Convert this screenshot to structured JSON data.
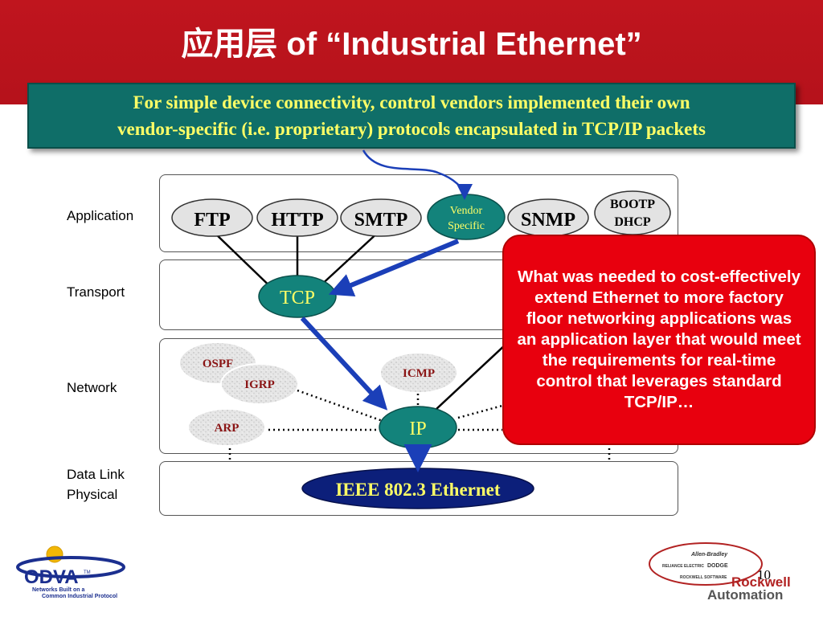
{
  "slide": {
    "title": "应用层 of “Industrial Ethernet”",
    "callout_line1": "For simple device connectivity, control vendors implemented their own",
    "callout_line2": "vendor-specific  (i.e. proprietary) protocols encapsulated in TCP/IP packets",
    "note": "What was needed to cost-effectively extend Ethernet to more factory floor networking applications was an application layer that would meet the requirements for real-time control that leverages standard TCP/IP…",
    "page_number": "10"
  },
  "layers": {
    "application": "Application",
    "transport": "Transport",
    "network": "Network",
    "datalink": "Data Link",
    "physical": "Physical"
  },
  "protocols": {
    "ftp": "FTP",
    "http": "HTTP",
    "smtp": "SMTP",
    "vendor_line1": "Vendor",
    "vendor_line2": "Specific",
    "snmp": "SNMP",
    "bootp": "BOOTP",
    "dhcp": "DHCP",
    "tcp": "TCP",
    "ospf": "OSPF",
    "igrp": "IGRP",
    "icmp": "ICMP",
    "arp": "ARP",
    "ip": "IP",
    "ethernet": "IEEE 802.3 Ethernet"
  },
  "logos": {
    "odva_name": "ODVA",
    "odva_tm": "TM",
    "odva_tagline1": "Networks Built on a",
    "odva_tagline2": "Common Industrial Protocol",
    "allen_bradley": "Allen-Bradley",
    "reliance": "RELIANCE ELECTRIC",
    "dodge": "DODGE",
    "rockwell_software": "ROCKWELL SOFTWARE",
    "rockwell": "Rockwell",
    "automation": "Automation"
  },
  "colors": {
    "header_red": "#c0151e",
    "callout_teal": "#0f6e68",
    "callout_text": "#ffff66",
    "node_teal": "#13837b",
    "node_navy": "#0c1f7a",
    "arrow_blue": "#1b3fb8",
    "note_red": "#e8000e"
  }
}
